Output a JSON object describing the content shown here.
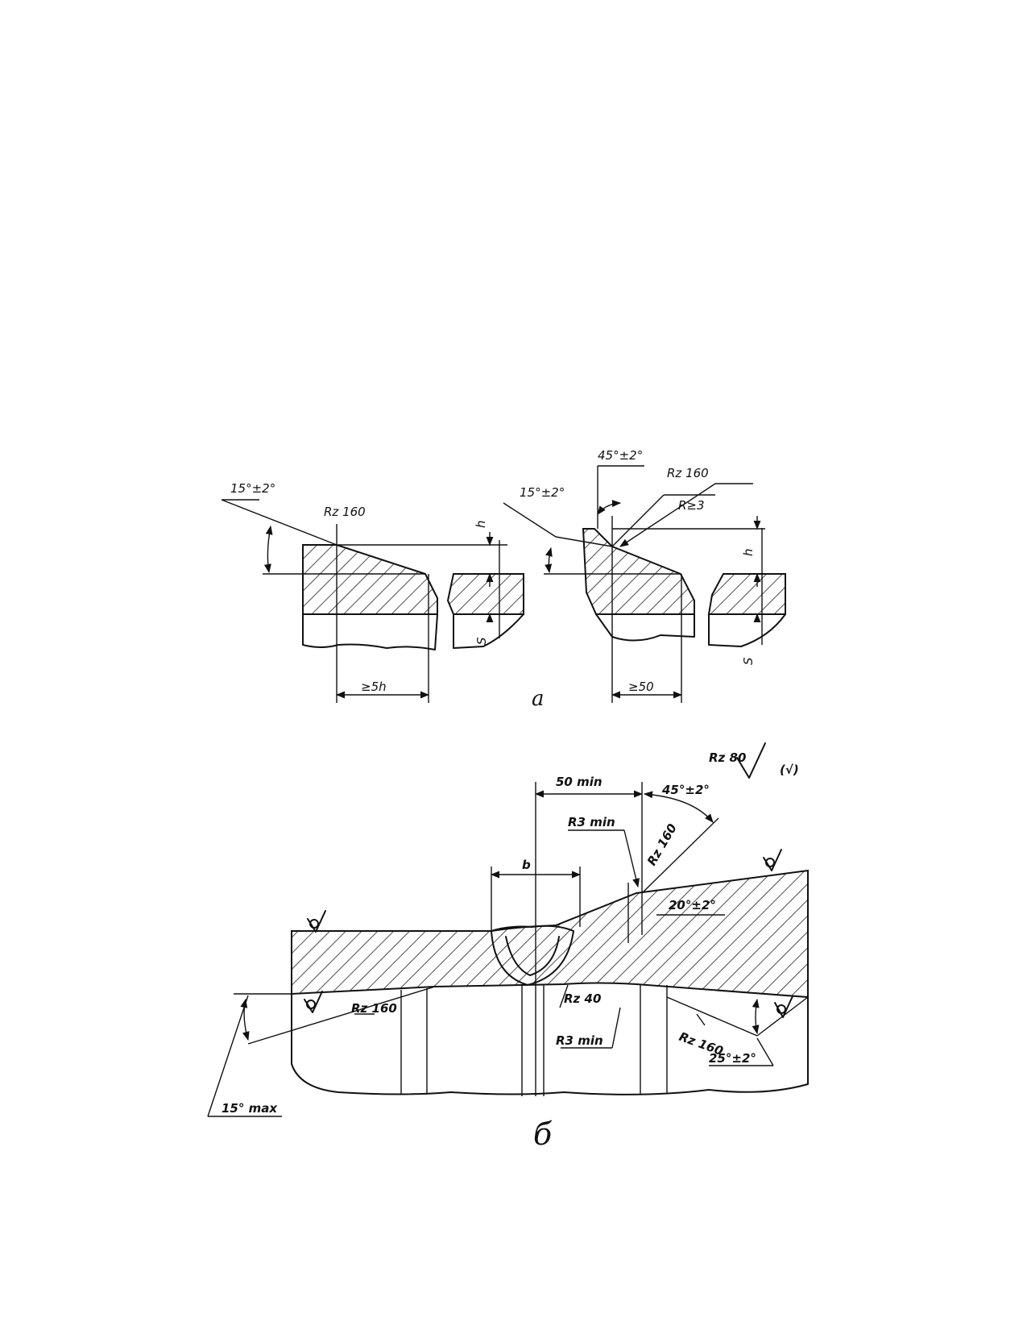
{
  "figure_a": {
    "caption": "а",
    "left": {
      "angle": "15°±2°",
      "roughness": "Rz 160",
      "length": "≥5h",
      "step": "h",
      "thickness": "S"
    },
    "right": {
      "angle_small": "15°±2°",
      "angle_large": "45°±2°",
      "roughness": "Rz 160",
      "radius": "R≥3",
      "length": "≥50",
      "step": "h",
      "thickness": "S"
    }
  },
  "figure_b": {
    "caption": "б",
    "general_roughness": "Rz 80",
    "general_roughness_rest": "(√)",
    "length": "50 min",
    "angle_top": "45°±2°",
    "radius_top": "R3 min",
    "roughness_top": "Rz 160",
    "angle_mid": "20°±2°",
    "gap": "b",
    "roughness_bottom": "Rz 40",
    "radius_bottom": "R3 min",
    "roughness_left": "Rz 160",
    "angle_left": "15° max",
    "roughness_right": "Rz 160",
    "angle_right": "25°±2°"
  }
}
